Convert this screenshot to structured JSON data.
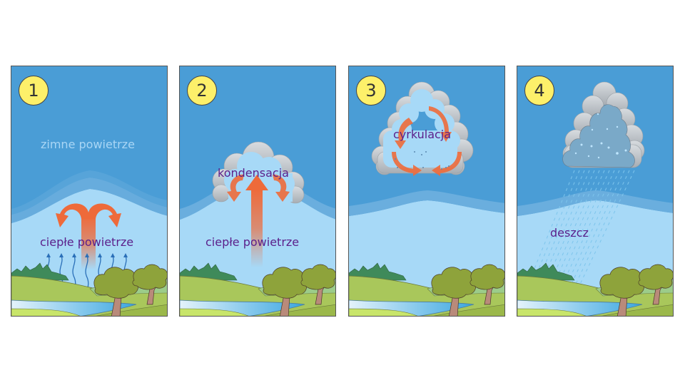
{
  "title": "Powstawanie chmury i opadu",
  "colors": {
    "cold_air": "#4a9dd6",
    "warm_air": "#a7d9f7",
    "label_purple": "#5b1f8a",
    "label_light": "#a9d6f5",
    "arrow_orange": "#ee6a3a",
    "badge_yellow": "#fdf06a"
  },
  "panels": [
    {
      "number": "1",
      "labels": {
        "cold": "zimne powietrze",
        "warm": "ciepłe powietrze"
      }
    },
    {
      "number": "2",
      "labels": {
        "condensation": "kondensacja",
        "warm": "ciepłe powietrze"
      }
    },
    {
      "number": "3",
      "labels": {
        "circulation": "cyrkulacja"
      }
    },
    {
      "number": "4",
      "labels": {
        "rain": "deszcz"
      }
    }
  ]
}
